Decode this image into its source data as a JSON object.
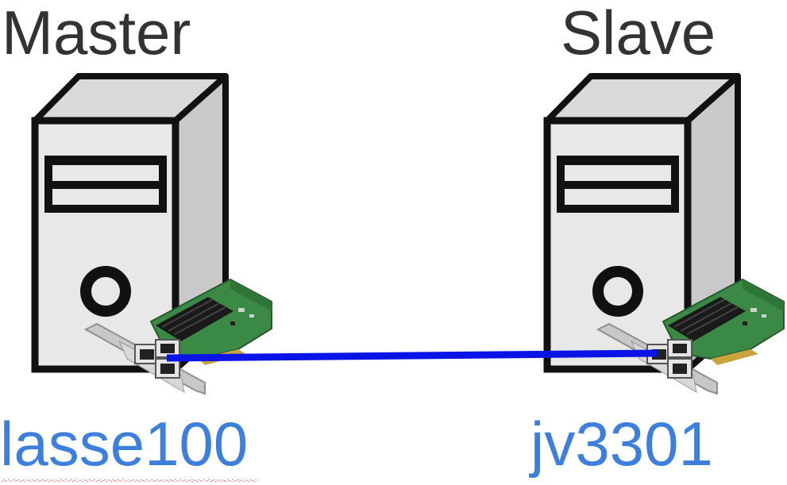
{
  "master": {
    "title": "Master",
    "hostname": "lasse100"
  },
  "slave": {
    "title": "Slave",
    "hostname": "jv3301"
  },
  "colors": {
    "title_text": "#333333",
    "hostname_text": "#3c7fdc",
    "link_line": "#0a14e6",
    "case_outline": "#111111",
    "case_front": "#e8e8e8",
    "case_side": "#c9c9c9",
    "nic_pcb": "#3a8a45",
    "nic_heatsink": "#1a1a1a",
    "bracket": "#c8c8c8"
  },
  "icons": [
    "tower-pc-icon",
    "network-card-icon"
  ]
}
